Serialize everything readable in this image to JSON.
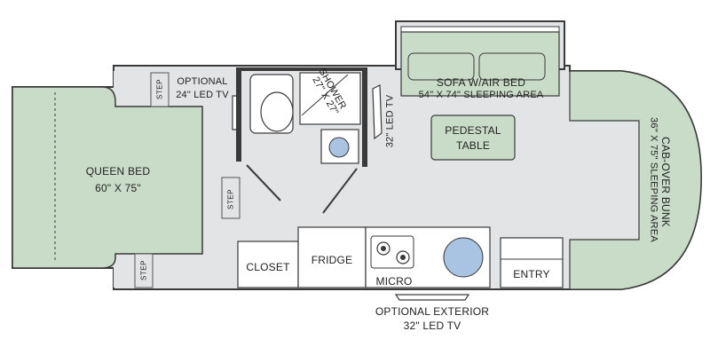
{
  "floorplan": {
    "colors": {
      "floor": "#e3e4e5",
      "wall": "#3a3a3a",
      "furniture": "#c9dcc8",
      "sink": "#a9c3e2",
      "white": "#ffffff"
    },
    "labels": {
      "queen_bed_name": "QUEEN BED",
      "queen_bed_size": "60\" X 75\"",
      "optional_tv": "OPTIONAL",
      "optional_tv_size": "24\" LED TV",
      "step": "STEP",
      "shower_name": "SHOWER",
      "shower_size": "27\" X 27\"",
      "tv_32": "32\" LED TV",
      "sofa_name": "SOFA W/AIR BED",
      "sofa_area": "54\" X 74\" SLEEPING AREA",
      "pedestal_name": "PEDESTAL",
      "pedestal_sub": "TABLE",
      "cabover_name": "CAB-OVER BUNK",
      "cabover_area": "36\" X 75\" SLEEPING AREA",
      "closet": "CLOSET",
      "fridge": "FRIDGE",
      "micro": "MICRO",
      "entry": "ENTRY",
      "ext_tv_line1": "OPTIONAL EXTERIOR",
      "ext_tv_line2": "32\" LED TV"
    }
  }
}
